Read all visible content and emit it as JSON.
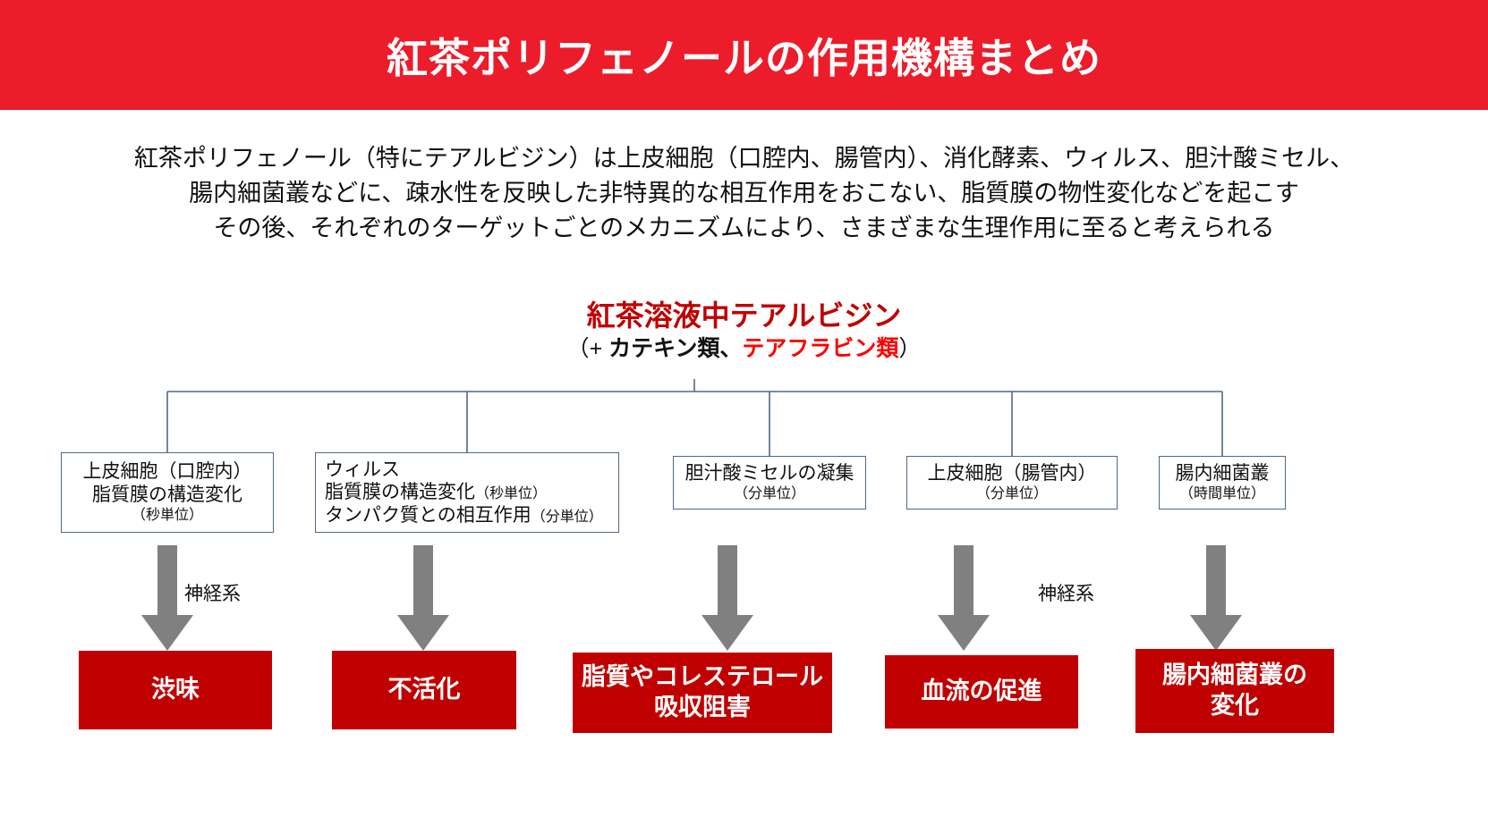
{
  "slide": {
    "title": "紅茶ポリフェノールの作用機構まとめ",
    "title_bg": "#EC1C2A",
    "accent_red": "#C00000",
    "bright_red": "#FF0000",
    "box_border": "#51688A",
    "arrow_color": "#808080"
  },
  "intro": {
    "line1": "紅茶ポリフェノール（特にテアルビジン）は上皮細胞（口腔内、腸管内）、消化酵素、ウィルス、胆汁酸ミセル、",
    "line2": "腸内細菌叢などに、疎水性を反映した非特異的な相互作用をおこない、脂質膜の物性変化などを起こす",
    "line3": "その後、それぞれのターゲットごとのメカニズムにより、さまざまな生理作用に至ると考えられる"
  },
  "center_heading": {
    "main": "紅茶溶液中テアルビジン",
    "sub_open": "（+ ",
    "sub_black": "カテキン類",
    "sub_mid": "、",
    "sub_red": "テアフラビン類",
    "sub_close": "）"
  },
  "targets": [
    {
      "id": "tbox-1",
      "line1": "上皮細胞（口腔内）",
      "line2": "脂質膜の構造変化",
      "unit_line": "（秒単位）"
    },
    {
      "id": "tbox-2",
      "line1": "ウィルス",
      "line2": "脂質膜の構造変化",
      "line2_unit": "（秒単位）",
      "line3": "タンパク質との相互作用",
      "line3_unit": "（分単位）"
    },
    {
      "id": "tbox-3",
      "line1": "胆汁酸ミセルの凝集",
      "unit_line": "（分単位）"
    },
    {
      "id": "tbox-4",
      "line1": "上皮細胞（腸管内）",
      "unit_line": "（分単位）"
    },
    {
      "id": "tbox-5",
      "line1": "腸内細菌叢",
      "unit_line": "（時間単位）"
    }
  ],
  "nerve_labels": {
    "left": "神経系",
    "right": "神経系"
  },
  "outcomes": [
    {
      "id": "rbox-1",
      "label": "渋味"
    },
    {
      "id": "rbox-2",
      "label": "不活化"
    },
    {
      "id": "rbox-3",
      "line1": "脂質やコレステロール",
      "line2": "吸収阻害"
    },
    {
      "id": "rbox-4",
      "label": "血流の促進"
    },
    {
      "id": "rbox-5",
      "line1": "腸内細菌叢の",
      "line2": "変化"
    }
  ]
}
